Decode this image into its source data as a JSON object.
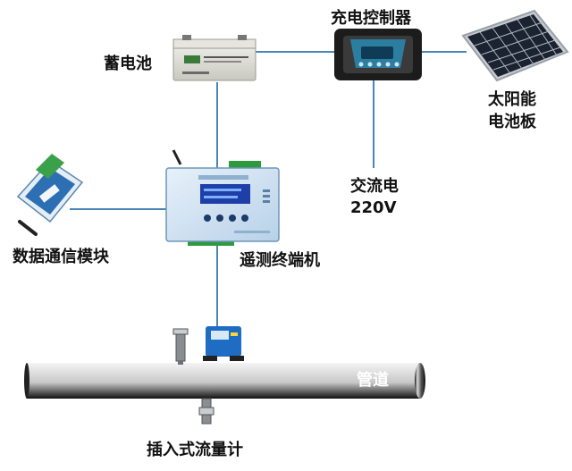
{
  "labels": {
    "battery": "蓄电池",
    "charge_controller": "充电控制器",
    "solar_panel_line1": "太阳能",
    "solar_panel_line2": "电池板",
    "ac_power_line1": "交流电",
    "ac_power_line2": "220V",
    "data_module": "数据通信模块",
    "terminal": "遥测终端机",
    "pipe": "管道",
    "flowmeter": "插入式流量计"
  },
  "colors": {
    "connector": "#4a86b8",
    "pipe_dark": "#111111",
    "pipe_light": "#e8e8e8",
    "device_blue": "#1f6cc4",
    "device_light": "#d7e8f7",
    "lcd_blue": "#1e3ea8",
    "terminal_green": "#2e9a3e"
  },
  "icons": {
    "battery": "battery-icon",
    "charge_controller": "charge-controller-icon",
    "solar_panel": "solar-panel-icon",
    "data_module": "data-module-icon",
    "terminal": "terminal-icon",
    "flowmeter": "flowmeter-icon"
  }
}
